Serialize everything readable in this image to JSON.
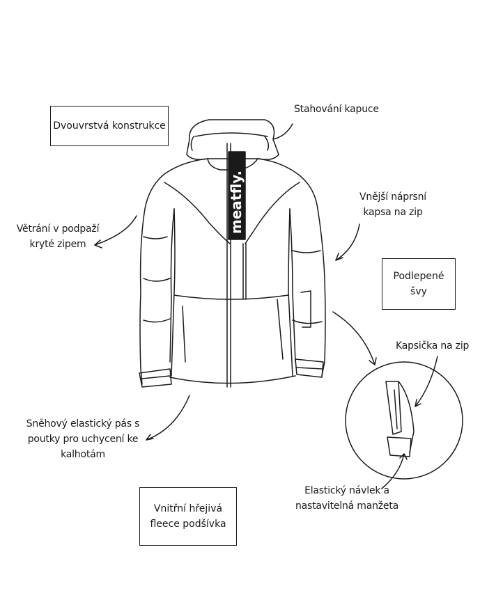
{
  "labels": {
    "double_layer": "Dvouvrstvá konstrukce",
    "hood_adjust": "Stahování kapuce",
    "pit_vents": [
      "Větrání v podpaží",
      "kryté zipem"
    ],
    "chest_pocket": [
      "Vnější náprsní",
      "kapsa na zip"
    ],
    "taped_seams": [
      "Podlepené",
      "švy"
    ],
    "zip_pocket": "Kapsička na zip",
    "snow_skirt": [
      "Sněhový elastický pás s",
      "poutky pro uchycení ke",
      "kalhotám"
    ],
    "fleece_lining": [
      "Vnitřní hřejivá",
      "fleece podšívka"
    ],
    "cuff": [
      "Elastický návlek a",
      "nastavitelná manžeta"
    ]
  },
  "brand": "meatfly."
}
